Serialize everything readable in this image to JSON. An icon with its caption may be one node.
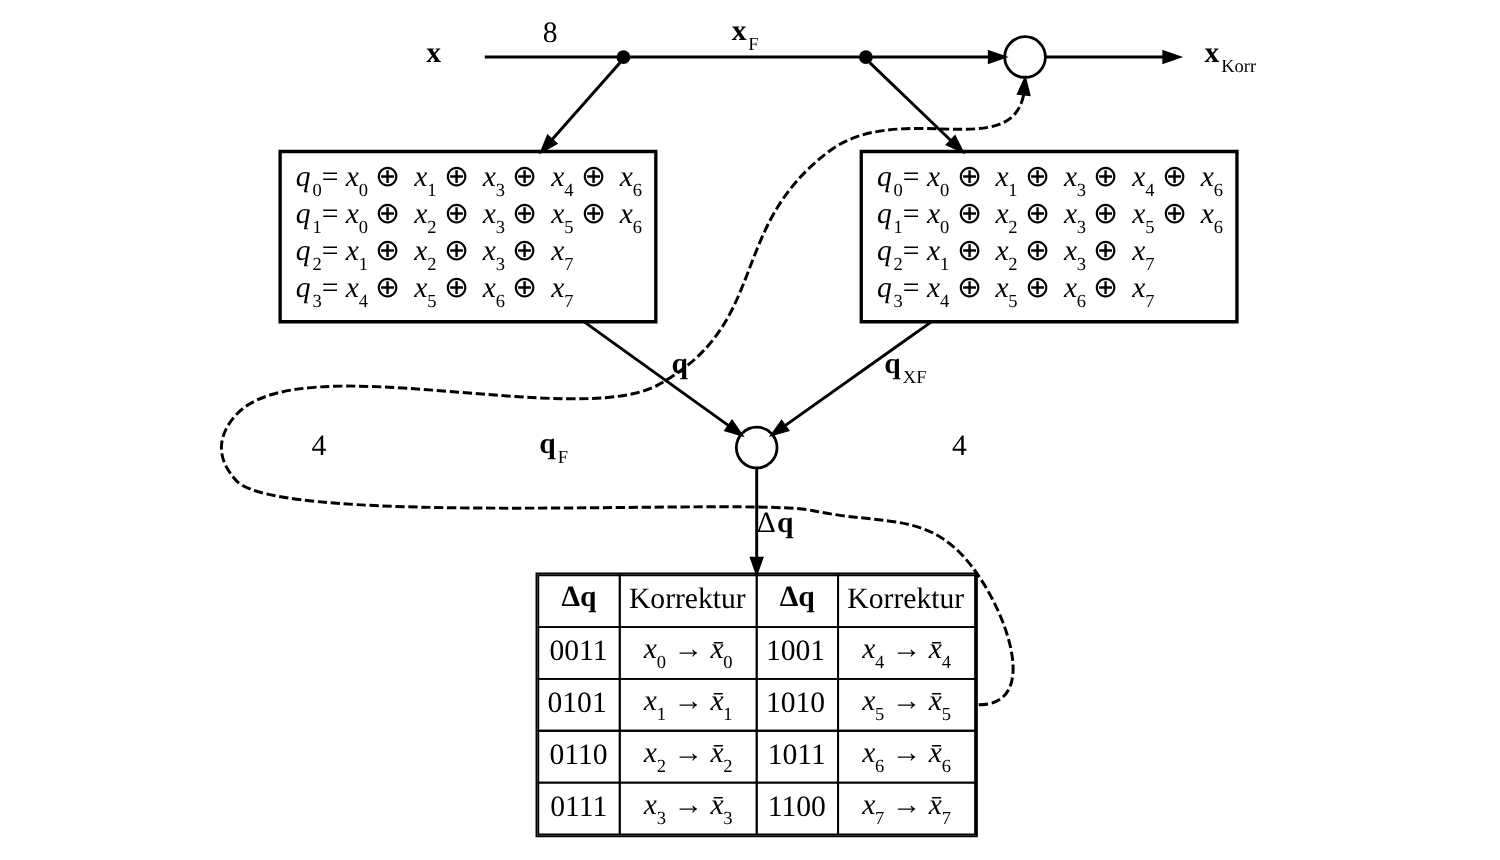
{
  "diagram": {
    "nodes": [
      {
        "text": [
          "x"
        ]
      },
      {
        "text": [],
        "shape": "circle"
      },
      {
        "text": [],
        "shape": "circle"
      },
      {
        "text": [],
        "shape": "circle"
      },
      {
        "text": [
          "**x**$_{Korr}$"
        ]
      },
      {
        "text": [
          "*q*$_{0}$= *x*$_{0}$ ⊕ *x*$_{1}$ ⊕ *x*$_{3}$ ⊕ *x*$_{4}$ ⊕ *x*$_{6}$",
          "*q*$_{1}$= *x*$_{0}$ ⊕ *x*$_{2}$ ⊕ *x*$_{3}$ ⊕ *x*$_{5}$ ⊕ *x*$_{6}$",
          "*q*$_{2}$= *x*$_{1}$ ⊕ *x*$_{2}$ ⊕ *x*$_{3}$ ⊕ *x*$_{7}$",
          "*q*$_{3}$= *x*$_{4}$ ⊕ *x*$_{5}$ ⊕ *x*$_{6}$ ⊕ *x*$_{7}$"
        ]
      },
      {
        "text": [
          "*q*$_{0}$= *x*$_{0}$ ⊕ *x*$_{1}$ ⊕ *x*$_{3}$ ⊕ *x*$_{4}$ ⊕ *x*$_{6}$",
          "*q*$_{1}$= *x*$_{0}$ ⊕ *x*$_{2}$ ⊕ *x*$_{3}$ ⊕ *x*$_{5}$ ⊕ *x*$_{6}$",
          "*q*$_{2}$= *x*$_{1}$ ⊕ *x*$_{2}$ ⊕ *x*$_{3}$ ⊕ *x*$_{7}$",
          "*q*$_{3}$= *x*$_{4}$ ⊕ *x*$_{5}$ ⊕ *x*$_{6}$ ⊕ *x*$_{7}$"
        ]
      },
      {
        "text": [],
        "shape": "circle"
      },
      {
        "text": [
          "Δq",
          "Korrektur",
          "Δq",
          "Korrektur",
          "0011",
          "*x*$_{0}$ → *x̄*$_{0}$",
          "1001",
          "*x*$_{4}$ → *x̄*$_{4}$",
          "0101",
          "*x*$_{1}$ → *x̄*$_{1}$",
          "1010",
          "*x*$_{5}$ → *x̄*$_{5}$",
          "0110",
          "*x*$_{2}$ → *x̄*$_{2}$",
          "1011",
          "*x*$_{6}$ → *x̄*$_{6}$",
          "0111",
          "*x*$_{3}$ → *x̄*$_{3}$",
          "1100",
          "*x*$_{7}$ → *x̄*$_{7}$"
        ]
      }
    ],
    "edges": [
      {
        "from": 0,
        "to": 1,
        "arrow": "none",
        "label": "8"
      },
      {
        "from": 1,
        "to": 2,
        "arrow": "none",
        "label": "**x**$_{F}$"
      },
      {
        "from": 2,
        "to": 3,
        "arrow": "to"
      },
      {
        "from": 3,
        "to": 4,
        "arrow": "to"
      },
      {
        "from": 1,
        "to": 5,
        "arrow": "to"
      },
      {
        "from": 2,
        "to": 6,
        "arrow": "to"
      },
      {
        "from": 5,
        "to": 7,
        "arrow": "to",
        "label": "**q**"
      },
      {
        "from": 6,
        "to": 7,
        "arrow": "to",
        "label": "**q**$_{XF}$"
      },
      {
        "from": 7,
        "to": 8,
        "arrow": "to",
        "label": "Δ**q**"
      },
      {
        "from": 8,
        "to": 3,
        "arrow": "to",
        "style": "dashed"
      }
    ],
    "labels": [
      "4",
      "**q**$_{F}$",
      "4"
    ]
  }
}
